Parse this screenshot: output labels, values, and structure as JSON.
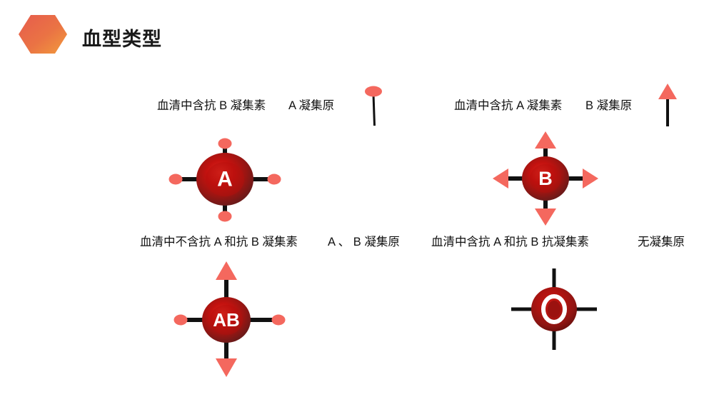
{
  "header": {
    "title": "血型类型",
    "logo_icon": "hexagon-icon",
    "logo_gradient_from": "#e75c4d",
    "logo_gradient_to": "#f29b3c"
  },
  "palette": {
    "cell_red": "#c0130f",
    "cell_red_dark": "#7e1a18",
    "marker_pink": "#f4685e",
    "line_black": "#111111",
    "label_text": "#111111"
  },
  "blood_types": [
    {
      "id": "A",
      "letter": "A",
      "serum_text": "血清中含抗 B 凝集素",
      "antigen_text": "A 凝集原",
      "marker_type": "dot",
      "legend_marker": "pin-dot-marker",
      "markers": [
        "dot",
        "dot",
        "dot",
        "dot"
      ]
    },
    {
      "id": "B",
      "letter": "B",
      "serum_text": "血清中含抗 A 凝集素",
      "antigen_text": "B 凝集原",
      "marker_type": "arrow",
      "legend_marker": "pin-arrow-marker",
      "markers": [
        "arrow",
        "arrow",
        "arrow",
        "arrow"
      ]
    },
    {
      "id": "AB",
      "letter": "AB",
      "serum_text": "血清中不含抗 A 和抗 B 凝集素",
      "antigen_text": "A 、 B 凝集原",
      "marker_type": "mixed",
      "legend_marker": "none",
      "markers": [
        "arrow",
        "dot",
        "arrow",
        "dot"
      ]
    },
    {
      "id": "O",
      "letter": "O",
      "serum_text": "血清中含抗 A 和抗 B 抗凝集素",
      "antigen_text": "无凝集原",
      "marker_type": "none",
      "legend_marker": "none",
      "markers": [
        "none",
        "none",
        "none",
        "none"
      ]
    }
  ]
}
